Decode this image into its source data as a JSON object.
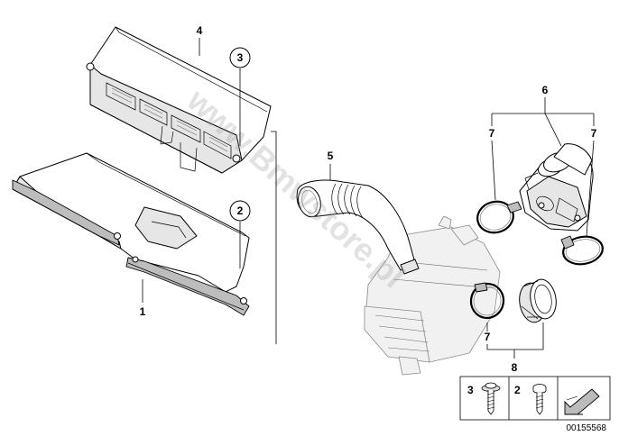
{
  "diagram": {
    "part_numbers": [
      "1",
      "2",
      "3",
      "4",
      "5",
      "6",
      "7",
      "7",
      "7",
      "8"
    ],
    "watermark": "www.Bmwstore.pl",
    "legend": {
      "items": [
        {
          "number": "3",
          "icon": "screw-with-washer-icon"
        },
        {
          "number": "2",
          "icon": "screw-icon"
        }
      ],
      "arrow_icon": "direction-arrow-icon"
    },
    "document_number": "00155568"
  }
}
